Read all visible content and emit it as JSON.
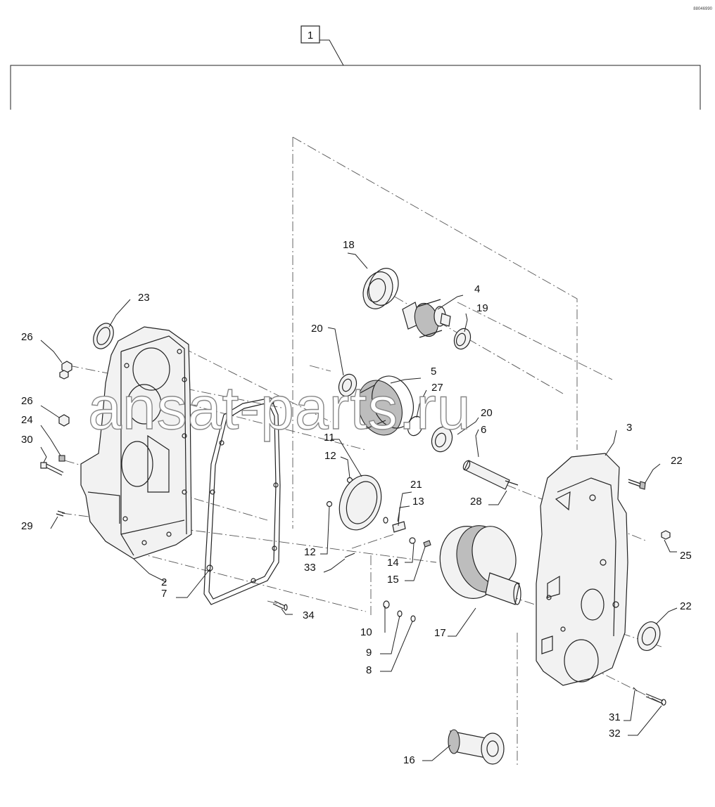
{
  "reference_code": "88046990",
  "assembly_label": "1",
  "watermark": "ansat-parts.ru",
  "callouts": [
    "2",
    "3",
    "4",
    "5",
    "6",
    "7",
    "8",
    "9",
    "10",
    "11",
    "12",
    "12",
    "13",
    "14",
    "15",
    "16",
    "17",
    "18",
    "19",
    "20",
    "20",
    "21",
    "22",
    "22",
    "23",
    "24",
    "25",
    "26",
    "26",
    "27",
    "28",
    "29",
    "30",
    "31",
    "32",
    "33",
    "34"
  ]
}
